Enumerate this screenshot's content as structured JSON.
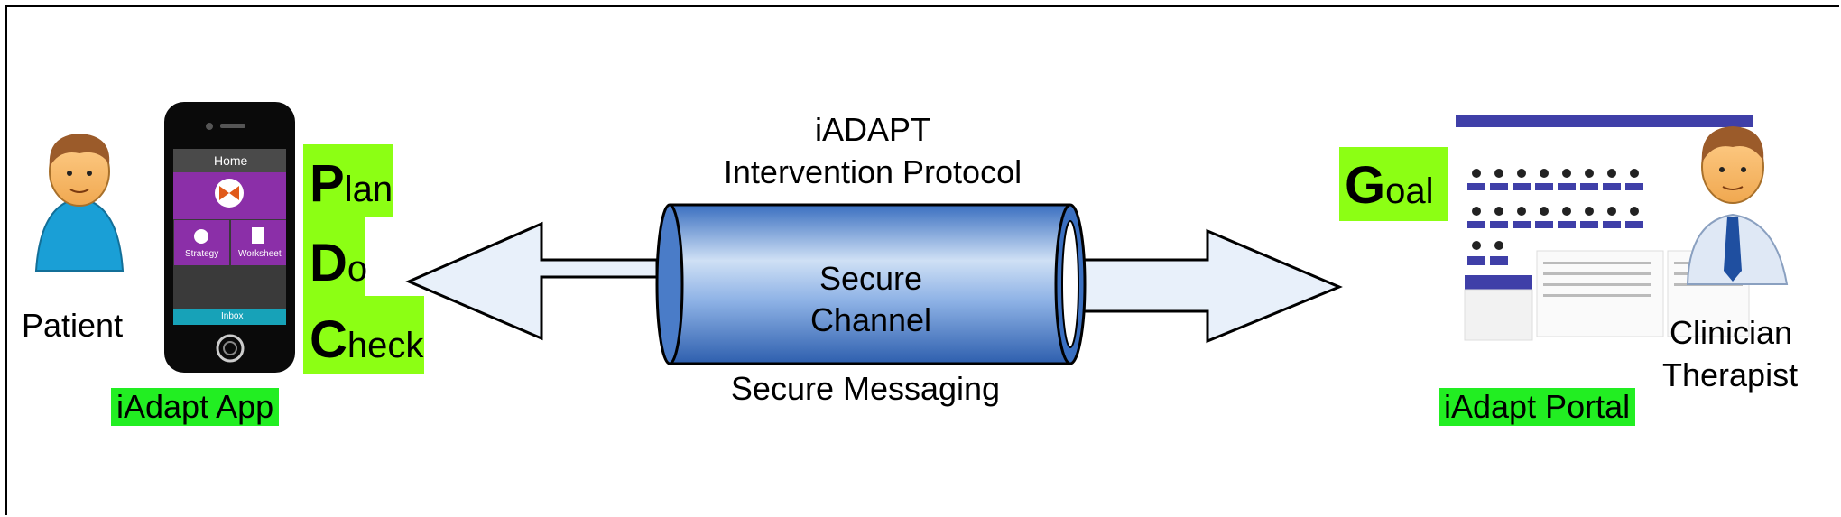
{
  "patient": {
    "label": "Patient"
  },
  "app": {
    "label": "iAdapt App",
    "screen_title": "Home",
    "tiles": [
      "Strategy",
      "Worksheet"
    ],
    "bottom_bar": "Inbox"
  },
  "pdca": [
    {
      "letter": "P",
      "rest": "lan"
    },
    {
      "letter": "D",
      "rest": "o"
    },
    {
      "letter": "C",
      "rest": "heck"
    }
  ],
  "protocol": {
    "line1": "iADAPT",
    "line2": "Intervention Protocol"
  },
  "channel": {
    "line1": "Secure",
    "line2": "Channel"
  },
  "messaging": {
    "label": "Secure Messaging"
  },
  "goal": {
    "letter": "G",
    "rest": "oal"
  },
  "portal": {
    "label": "iAdapt Portal"
  },
  "clinician": {
    "line1": "Clinician",
    "line2": "Therapist"
  },
  "colors": {
    "highlight_green": "#22ee22",
    "pdca_green": "#8cff14",
    "pipe_blue": "#5b8fd6",
    "arrow_fill": "#e8f0fa",
    "app_purple": "#8b2fa8",
    "portal_header": "#3f3fa8"
  }
}
